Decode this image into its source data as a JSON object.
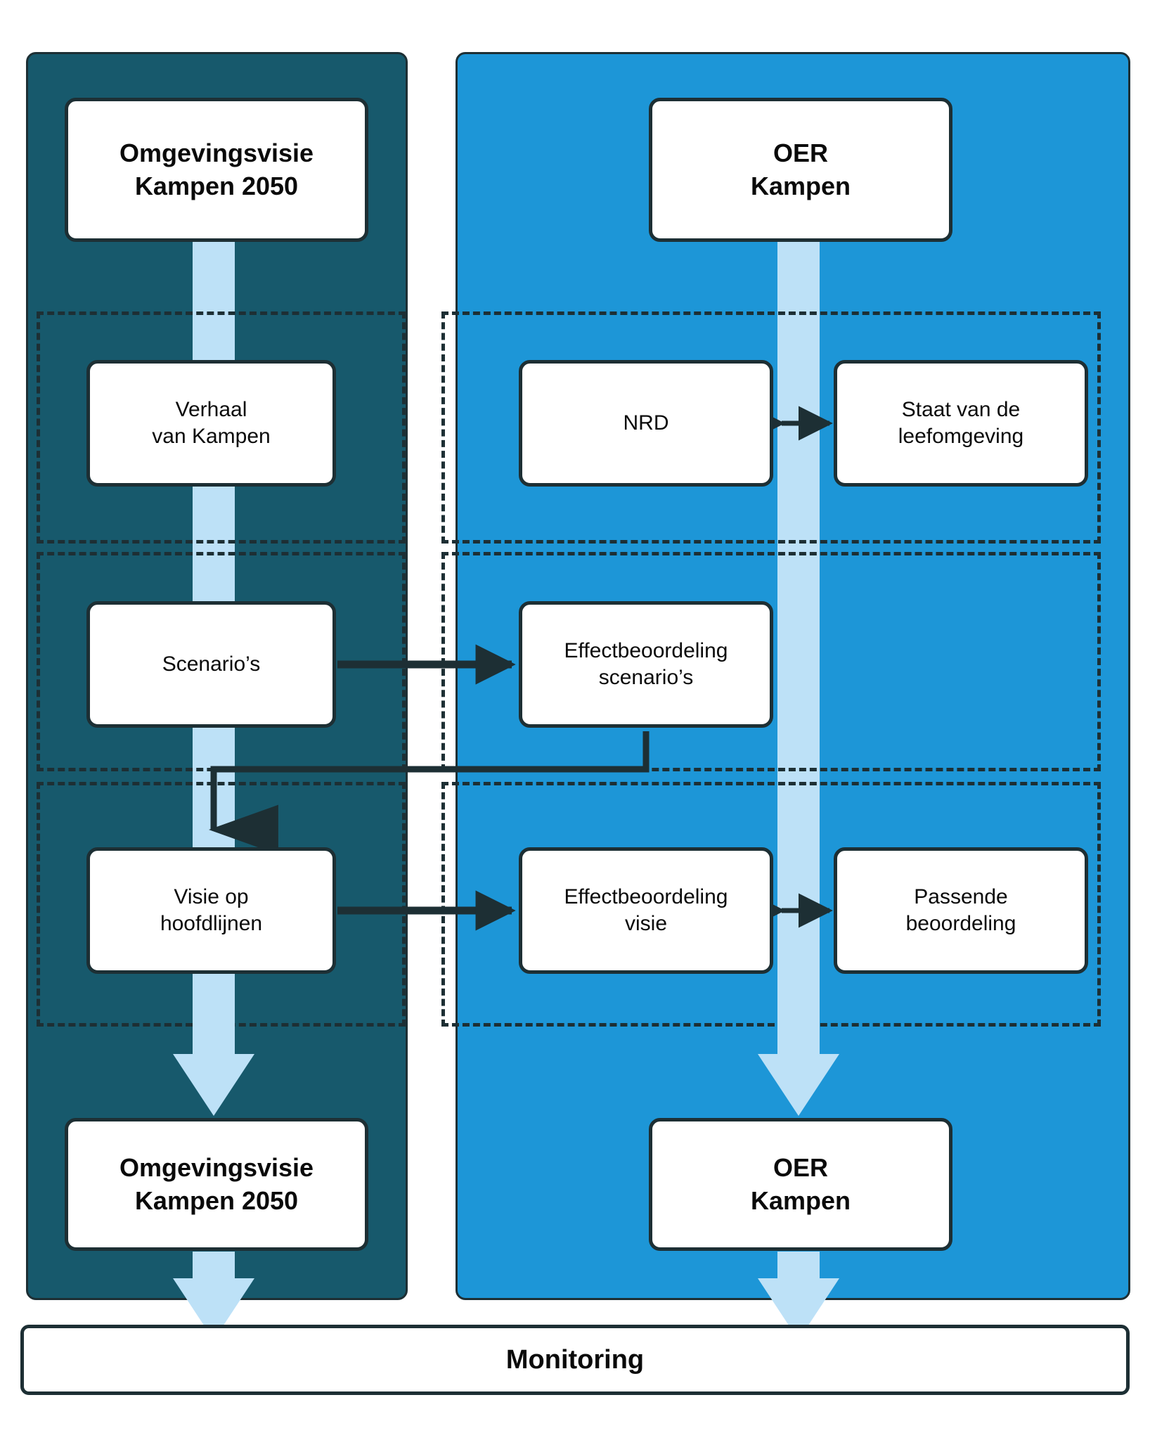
{
  "diagram": {
    "title": "Omgevingsvisie Kampen 2050 en OER Kampen procesdiagram",
    "colors": {
      "panel_left": "#17596C",
      "panel_right": "#1D96D7",
      "ribbon": "#BDE1F7",
      "outline": "#1D2F34",
      "box_fill": "#FFFFFF"
    }
  },
  "left_track": {
    "header": "Omgevingsvisie\nKampen 2050",
    "steps": [
      {
        "label": "Verhaal\nvan Kampen"
      },
      {
        "label": "Scenario’s"
      },
      {
        "label": "Visie op\nhoofdlijnen"
      }
    ],
    "result": "Omgevingsvisie\nKampen 2050"
  },
  "right_track": {
    "header": "OER\nKampen",
    "steps": [
      {
        "label": "NRD"
      },
      {
        "label": "Effectbeoordeling\nscenario’s"
      },
      {
        "label": "Effectbeoordeling\nvisie"
      }
    ],
    "side_steps": [
      {
        "label": "Staat van de\nleefomgeving"
      },
      {
        "label": "Passende\nbeoordeling"
      }
    ],
    "result": "OER\nKampen"
  },
  "footer": {
    "monitoring": "Monitoring"
  },
  "connections": [
    {
      "from": "Scenario’s",
      "to": "Effectbeoordeling scenario’s",
      "type": "arrow-right"
    },
    {
      "from": "Effectbeoordeling scenario’s",
      "to": "Visie op hoofdlijnen",
      "type": "elbow-arrow-down"
    },
    {
      "from": "Visie op hoofdlijnen",
      "to": "Effectbeoordeling visie",
      "type": "arrow-right"
    },
    {
      "from": "NRD",
      "to": "Staat van de leefomgeving",
      "type": "arrow-both"
    },
    {
      "from": "Effectbeoordeling visie",
      "to": "Passende beoordeling",
      "type": "arrow-both"
    }
  ]
}
